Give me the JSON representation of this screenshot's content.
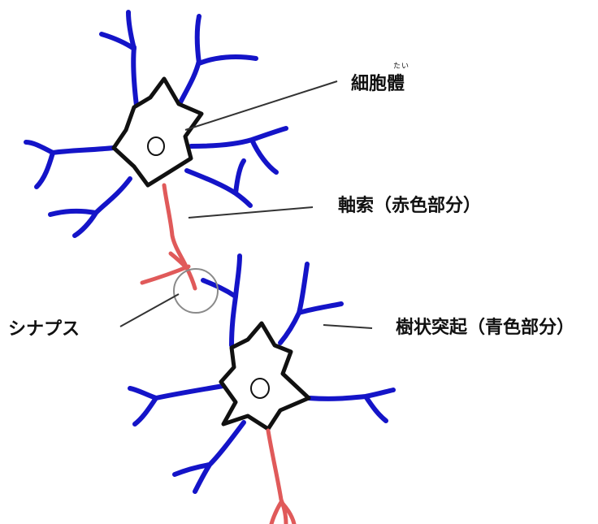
{
  "labels": {
    "soma": "細胞體",
    "soma_ruby": "たい",
    "axon": "軸索（赤色部分）",
    "synapse": "シナプス",
    "dendrite": "樹状突起（青色部分）"
  },
  "colors": {
    "dendrite": "#1414c8",
    "axon": "#e05a5a",
    "outline": "#111111",
    "leader": "#333333",
    "synapse_circle": "#8a8a8a"
  }
}
